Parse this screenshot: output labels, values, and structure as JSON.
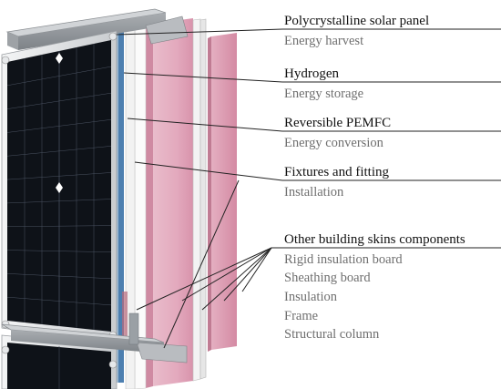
{
  "annotations": [
    {
      "title": "Polycrystalline solar panel",
      "subtitle": "Energy harvest"
    },
    {
      "title": "Hydrogen",
      "subtitle": "Energy storage"
    },
    {
      "title": "Reversible PEMFC",
      "subtitle": "Energy conversion"
    },
    {
      "title": "Fixtures and fitting",
      "subtitle": "Installation"
    },
    {
      "title": "Other building skins components",
      "items": [
        "Rigid insulation board",
        "Sheathing board",
        "Insulation",
        "Frame",
        "Structural column"
      ]
    }
  ],
  "colors": {
    "panel_cell": "#0e1218",
    "panel_frame": "#c9cccf",
    "insulation_pink": "#e7b6c6",
    "insulation_pink_dark": "#d98fa8",
    "glass_blue": "#4d7fb0",
    "leader_line": "#222222"
  }
}
